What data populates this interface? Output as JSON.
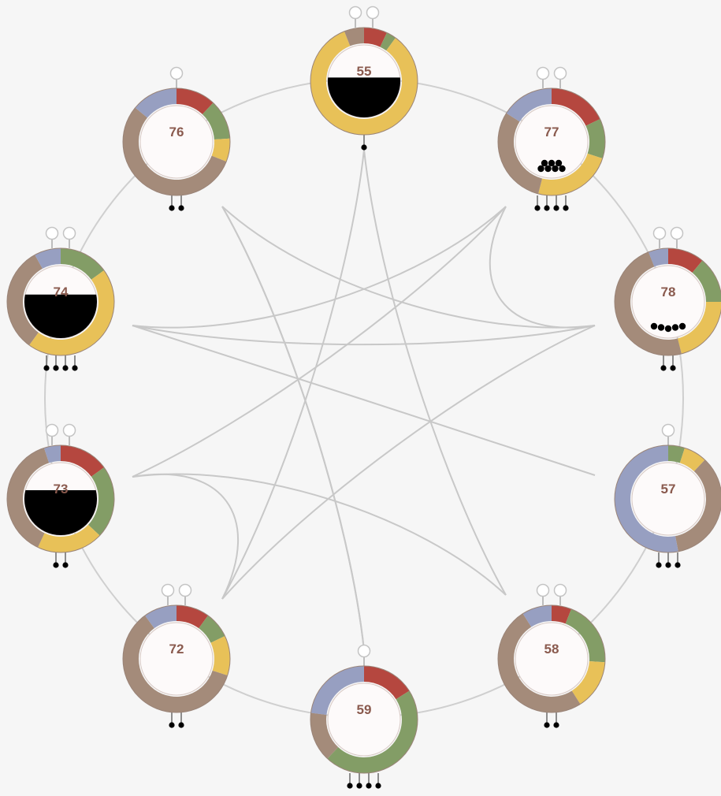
{
  "colors": {
    "background": "#f6f6f6",
    "ring_line": "#cfcfcf",
    "edge": "#c8c8c8",
    "red": "#b5473f",
    "green": "#839d66",
    "yellow": "#e8c158",
    "brown": "#a48b7a",
    "lavender": "#979fc1",
    "label": "#8a5a4e",
    "fill": "#000000"
  },
  "nodes": [
    {
      "id": "55",
      "label": "55",
      "top_pins": 2,
      "bottom_pins": 1,
      "fill_level": 0.55,
      "dots": 0,
      "segments": [
        [
          "red",
          0.07
        ],
        [
          "green",
          0.03
        ],
        [
          "yellow",
          0.84
        ],
        [
          "brown",
          0.06
        ]
      ]
    },
    {
      "id": "77",
      "label": "77",
      "top_pins": 2,
      "bottom_pins": 4,
      "fill_level": 0,
      "dots": 7,
      "segments": [
        [
          "red",
          0.18
        ],
        [
          "green",
          0.12
        ],
        [
          "yellow",
          0.24
        ],
        [
          "brown",
          0.3
        ],
        [
          "lavender",
          0.16
        ]
      ]
    },
    {
      "id": "78",
      "label": "78",
      "top_pins": 2,
      "bottom_pins": 2,
      "fill_level": 0,
      "dots": 5,
      "segments": [
        [
          "red",
          0.11
        ],
        [
          "green",
          0.14
        ],
        [
          "yellow",
          0.21
        ],
        [
          "brown",
          0.48
        ],
        [
          "lavender",
          0.06
        ]
      ]
    },
    {
      "id": "57",
      "label": "57",
      "top_pins": 1,
      "bottom_pins": 3,
      "fill_level": 0,
      "dots": 0,
      "segments": [
        [
          "green",
          0.05
        ],
        [
          "yellow",
          0.07
        ],
        [
          "brown",
          0.35
        ],
        [
          "lavender",
          0.53
        ]
      ]
    },
    {
      "id": "58",
      "label": "58",
      "top_pins": 2,
      "bottom_pins": 2,
      "fill_level": 0,
      "dots": 0,
      "segments": [
        [
          "red",
          0.06
        ],
        [
          "green",
          0.2
        ],
        [
          "yellow",
          0.15
        ],
        [
          "brown",
          0.5
        ],
        [
          "lavender",
          0.09
        ]
      ]
    },
    {
      "id": "59",
      "label": "59",
      "top_pins": 1,
      "bottom_pins": 4,
      "fill_level": 0,
      "dots": 0,
      "segments": [
        [
          "red",
          0.16
        ],
        [
          "green",
          0.46
        ],
        [
          "brown",
          0.15
        ],
        [
          "lavender",
          0.23
        ]
      ]
    },
    {
      "id": "72",
      "label": "72",
      "top_pins": 2,
      "bottom_pins": 2,
      "fill_level": 0,
      "dots": 0,
      "segments": [
        [
          "red",
          0.1
        ],
        [
          "green",
          0.08
        ],
        [
          "yellow",
          0.12
        ],
        [
          "brown",
          0.6
        ],
        [
          "lavender",
          0.1
        ]
      ]
    },
    {
      "id": "73",
      "label": "73",
      "top_pins": 2,
      "bottom_pins": 2,
      "fill_level": 0.62,
      "dots": 0,
      "segments": [
        [
          "red",
          0.15
        ],
        [
          "green",
          0.22
        ],
        [
          "yellow",
          0.2
        ],
        [
          "brown",
          0.38
        ],
        [
          "lavender",
          0.05
        ]
      ]
    },
    {
      "id": "74",
      "label": "74",
      "top_pins": 2,
      "bottom_pins": 4,
      "fill_level": 0.6,
      "dots": 0,
      "segments": [
        [
          "green",
          0.15
        ],
        [
          "yellow",
          0.45
        ],
        [
          "brown",
          0.32
        ],
        [
          "lavender",
          0.08
        ]
      ]
    },
    {
      "id": "76",
      "label": "76",
      "top_pins": 1,
      "bottom_pins": 2,
      "fill_level": 0,
      "dots": 0,
      "segments": [
        [
          "red",
          0.12
        ],
        [
          "green",
          0.12
        ],
        [
          "yellow",
          0.07
        ],
        [
          "brown",
          0.55
        ],
        [
          "lavender",
          0.14
        ]
      ]
    }
  ],
  "edges": [
    [
      "55",
      "58"
    ],
    [
      "55",
      "72"
    ],
    [
      "77",
      "73"
    ],
    [
      "77",
      "74"
    ],
    [
      "77",
      "78"
    ],
    [
      "76",
      "78"
    ],
    [
      "76",
      "59"
    ],
    [
      "74",
      "57"
    ],
    [
      "74",
      "78"
    ],
    [
      "73",
      "58"
    ],
    [
      "72",
      "78"
    ],
    [
      "72",
      "73"
    ],
    [
      "59",
      "76"
    ]
  ]
}
